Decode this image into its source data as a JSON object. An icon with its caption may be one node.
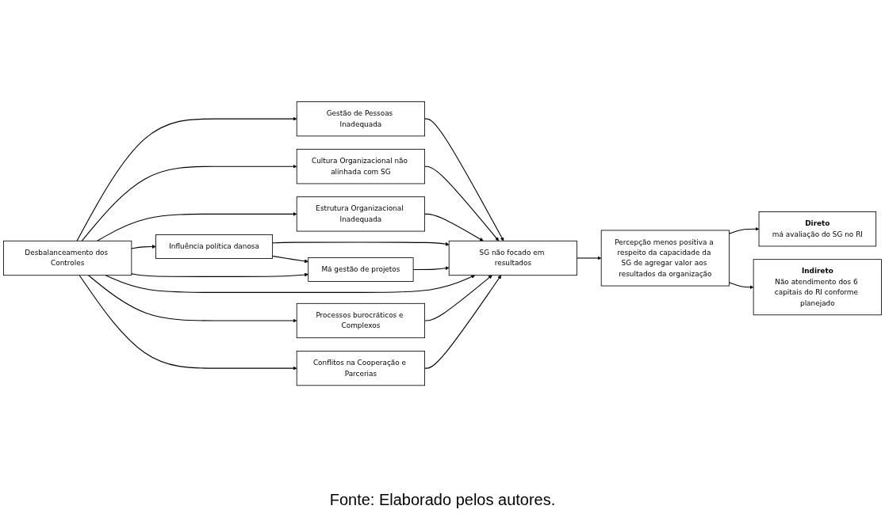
{
  "diagram": {
    "caption": "Fonte: Elaborado pelos autores.",
    "nodes": [
      {
        "text": [
          "Gestão de Pessoas Inadequada"
        ]
      },
      {
        "text": [
          "Cultura Organizacional não alinhada com SG"
        ]
      },
      {
        "text": [
          "Estrutura Organizacional Inadequada"
        ]
      },
      {
        "text": [
          "Direto",
          "má avaliação do SG no RI"
        ]
      },
      {
        "text": [
          "Influência política danosa"
        ]
      },
      {
        "text": [
          "Má gestão de projetos"
        ]
      },
      {
        "text": [
          "SG não focado em resultados"
        ]
      },
      {
        "text": [
          "Percepção menos positiva a respeito da capacidade da SG de agregar valor aos resultados da organização"
        ]
      },
      {
        "text": [
          "Desbalanceamento dos Controles"
        ]
      },
      {
        "text": [
          "Processos burocráticos e Complexos"
        ]
      },
      {
        "text": [
          "Conflitos na Cooperação e Parcerias"
        ]
      },
      {
        "text": [
          "Indireto",
          "Não atendimento dos 6 capitais do RI conforme planejado"
        ]
      }
    ],
    "edges": [
      {
        "from": 8,
        "to": 0,
        "arrow": "to"
      },
      {
        "from": 8,
        "to": 1,
        "arrow": "to"
      },
      {
        "from": 8,
        "to": 2,
        "arrow": "to"
      },
      {
        "from": 0,
        "to": 6,
        "arrow": "to"
      },
      {
        "from": 1,
        "to": 6,
        "arrow": "to"
      },
      {
        "from": 2,
        "to": 6,
        "arrow": "to"
      },
      {
        "from": 4,
        "to": 6,
        "arrow": "to"
      },
      {
        "from": 4,
        "to": 5,
        "arrow": "to"
      },
      {
        "from": 5,
        "to": 6,
        "arrow": "to"
      },
      {
        "from": 6,
        "to": 7,
        "arrow": "to"
      },
      {
        "from": 7,
        "to": 3,
        "arrow": "to"
      },
      {
        "from": 7,
        "to": 11,
        "arrow": "to"
      },
      {
        "from": 8,
        "to": 4,
        "arrow": "to"
      },
      {
        "from": 8,
        "to": 5,
        "arrow": "to"
      },
      {
        "from": 8,
        "to": 6,
        "arrow": "to"
      },
      {
        "from": 9,
        "to": 6,
        "arrow": "to"
      },
      {
        "from": 10,
        "to": 6,
        "arrow": "to"
      },
      {
        "from": 8,
        "to": 9,
        "arrow": "to"
      },
      {
        "from": 8,
        "to": 10,
        "arrow": "to"
      }
    ]
  }
}
